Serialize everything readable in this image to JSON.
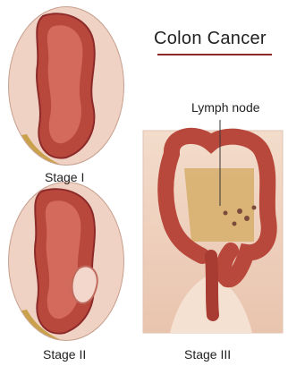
{
  "title": "Colon Cancer",
  "labels": {
    "stage1": "Stage I",
    "stage2": "Stage II",
    "stage3": "Stage III",
    "lymph_node": "Lymph node"
  },
  "colors": {
    "accent": "#8c2a2a",
    "tissue": "#c85a4c",
    "lining": "#e07f73",
    "skin": "#f0d2c0",
    "fat": "#d6ae6a"
  }
}
